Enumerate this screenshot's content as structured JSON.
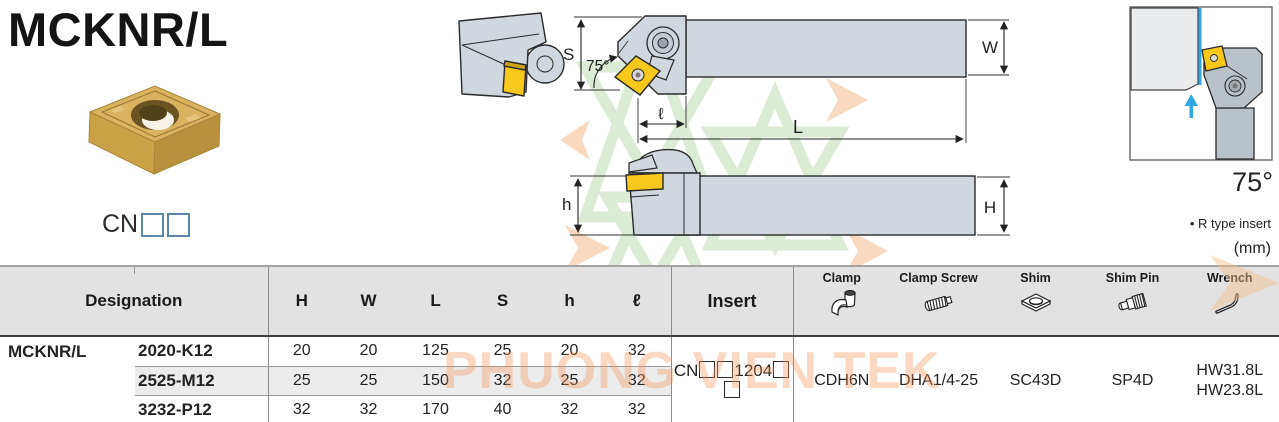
{
  "page": {
    "title": "MCKNR/L"
  },
  "photo": {
    "caption_prefix": "CN"
  },
  "drawings": {
    "plan": {
      "angle": "75°",
      "s": "S",
      "w": "W",
      "big_l": "L",
      "ell": "ℓ"
    },
    "front": {
      "h": "h",
      "big_h": "H"
    },
    "application": {
      "angle": "75°"
    }
  },
  "notes": {
    "r_type": "• R type insert",
    "unit": "(mm)"
  },
  "watermark": {
    "text": "PHUONG VIEN TEK"
  },
  "colors": {
    "insert_yellow": "#f8c81c",
    "tool_gray": "#d0d7de",
    "highlight_blue": "#2fa8e1",
    "header_gray": "#e2e2e2",
    "stripe_gray": "#ececec",
    "watermark_orange": "#f49454",
    "watermark_green": "#a8cf9a",
    "photo_gold": "#d4aa55"
  },
  "table": {
    "headers": {
      "designation": "Designation",
      "dims": [
        "H",
        "W",
        "L",
        "S",
        "h",
        "ℓ"
      ],
      "insert": "Insert",
      "hardware": [
        "Clamp",
        "Clamp Screw",
        "Shim",
        "Shim Pin",
        "Wrench"
      ],
      "hardware_icons": [
        "clamp-icon",
        "clamp-screw-icon",
        "shim-icon",
        "shim-pin-icon",
        "wrench-icon"
      ]
    },
    "series": "MCKNR/L",
    "rows": [
      {
        "designation": "2020-K12",
        "values": [
          "20",
          "20",
          "125",
          "25",
          "20",
          "32"
        ]
      },
      {
        "designation": "2525-M12",
        "values": [
          "25",
          "25",
          "150",
          "32",
          "25",
          "32"
        ]
      },
      {
        "designation": "3232-P12",
        "values": [
          "32",
          "32",
          "170",
          "40",
          "32",
          "32"
        ]
      }
    ],
    "insert_value": {
      "prefix": "CN",
      "mid": "1204"
    },
    "hardware_values": {
      "clamp": "CDH6N",
      "clamp_screw": "DHA1/4-25",
      "shim": "SC43D",
      "shim_pin": "SP4D",
      "wrench_lines": [
        "HW31.8L",
        "HW23.8L"
      ]
    }
  }
}
